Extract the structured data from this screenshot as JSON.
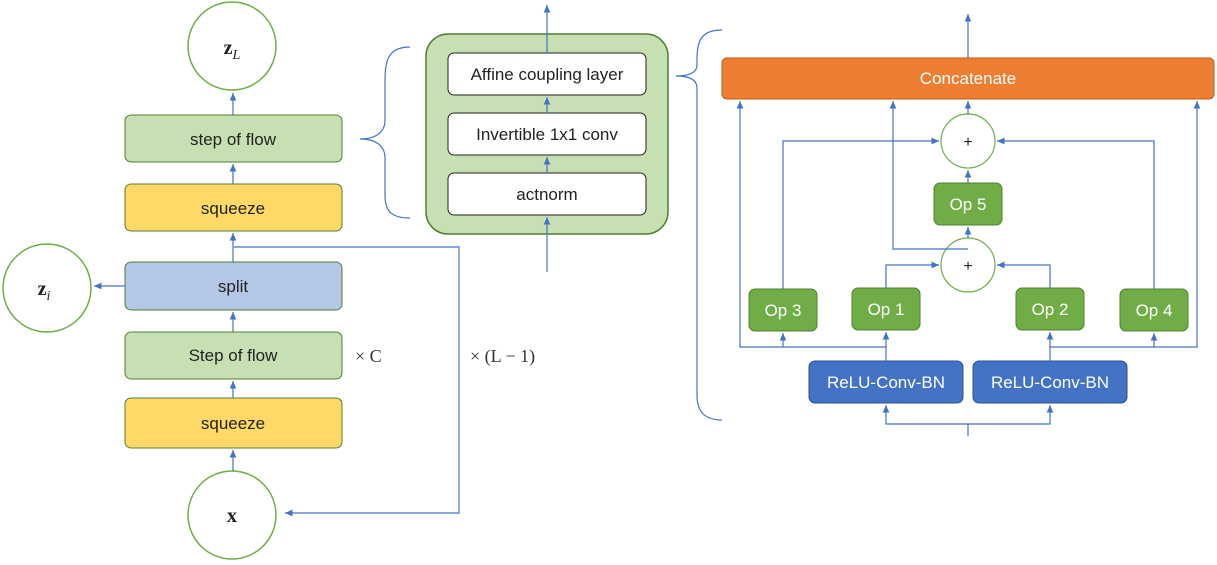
{
  "flow": {
    "z_L": "z",
    "z_L_sub": "L",
    "step_of_flow_top": "step of flow",
    "squeeze_top": "squeeze",
    "split": "split",
    "z_i": "z",
    "z_i_sub": "i",
    "step_of_flow": "Step of flow",
    "squeeze_bottom": "squeeze",
    "x": "x",
    "times_c": "× C",
    "times_l": "× (L − 1)"
  },
  "step_detail": {
    "affine": "Affine coupling layer",
    "invertible": "Invertible 1x1 conv",
    "actnorm": "actnorm"
  },
  "cell": {
    "concatenate": "Concatenate",
    "plus_top": "+",
    "plus_mid": "+",
    "op5": "Op 5",
    "op3": "Op 3",
    "op1": "Op 1",
    "op2": "Op 2",
    "op4": "Op 4",
    "relu_left": "ReLU-Conv-BN",
    "relu_right": "ReLU-Conv-BN"
  },
  "colors": {
    "green_fill": "#c6e0b4",
    "green_stroke": "#507e32",
    "yellow_fill": "#ffd966",
    "yellow_stroke": "#507e32",
    "blue_fill": "#b4c7e7",
    "blue_stroke": "#507e32",
    "orange_fill": "#ed7d31",
    "op_green": "#70ad47",
    "relu_blue": "#4472c4",
    "edge": "#4472c4",
    "circle_stroke": "#70ad47"
  }
}
